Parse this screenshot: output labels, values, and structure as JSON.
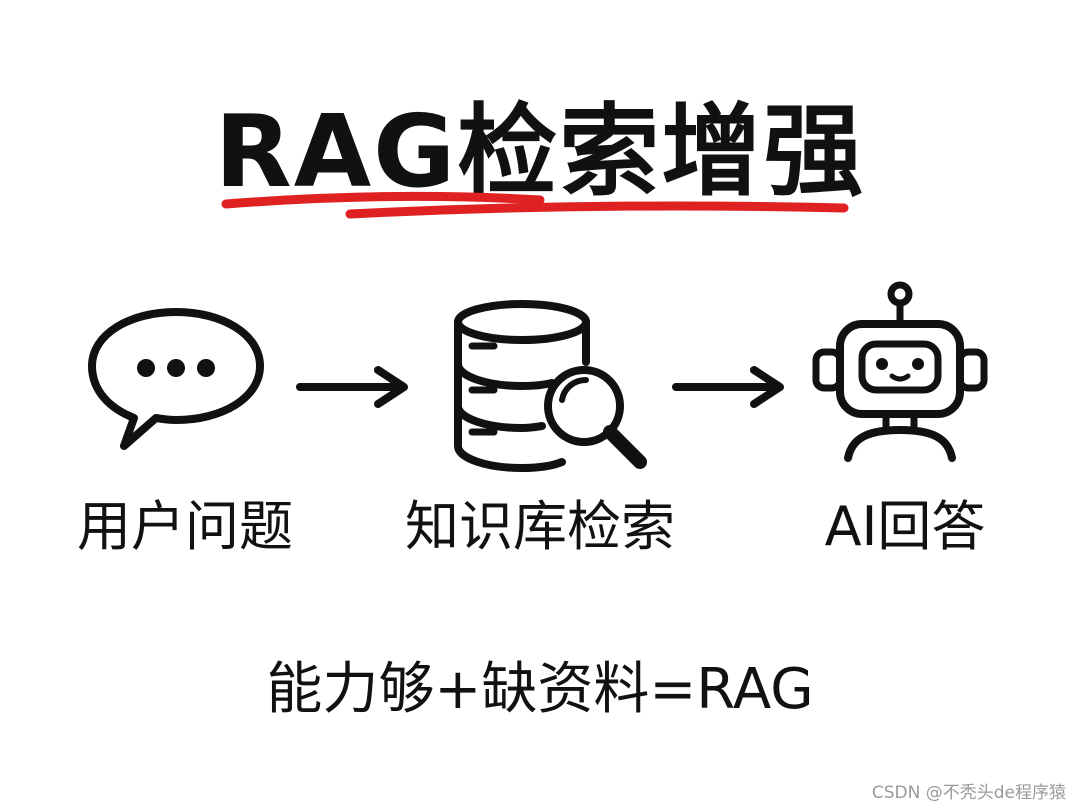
{
  "title": "RAG检索增强",
  "accent_color": "#e02121",
  "ink_color": "#111111",
  "steps": [
    {
      "icon": "speech-bubble-icon",
      "label": "用户问题"
    },
    {
      "icon": "database-search-icon",
      "label": "知识库检索"
    },
    {
      "icon": "robot-icon",
      "label": "AI回答"
    }
  ],
  "formula": "能力够+缺资料=RAG",
  "watermark": "CSDN @不秃头de程序猿"
}
